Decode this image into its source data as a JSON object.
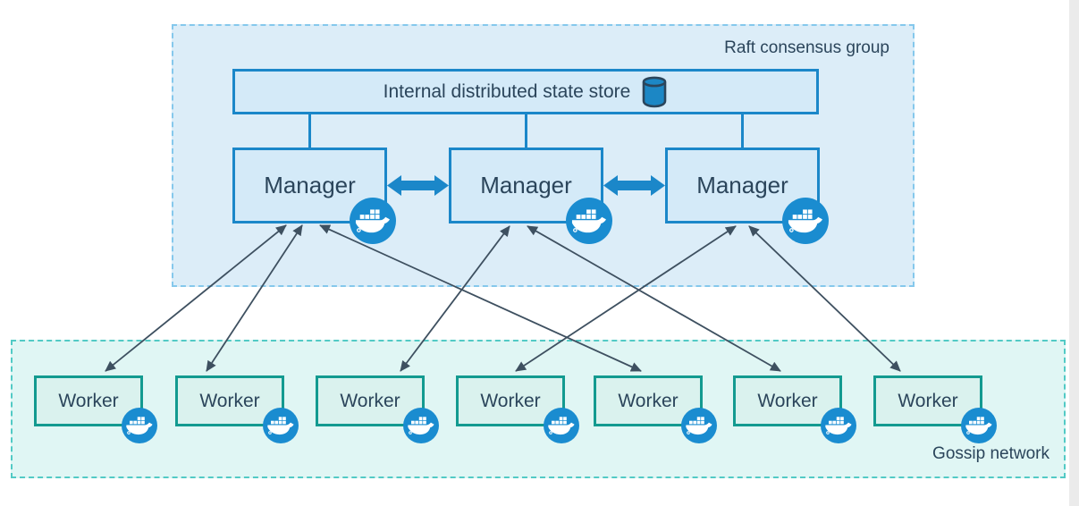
{
  "raft_group": {
    "label": "Raft consensus group",
    "state_store": {
      "label": "Internal distributed state store",
      "icon": "database-cylinder-icon"
    },
    "managers": [
      {
        "label": "Manager",
        "badge": "docker-whale-icon"
      },
      {
        "label": "Manager",
        "badge": "docker-whale-icon"
      },
      {
        "label": "Manager",
        "badge": "docker-whale-icon"
      }
    ]
  },
  "gossip_network": {
    "label": "Gossip network",
    "workers": [
      {
        "label": "Worker",
        "badge": "docker-whale-icon"
      },
      {
        "label": "Worker",
        "badge": "docker-whale-icon"
      },
      {
        "label": "Worker",
        "badge": "docker-whale-icon"
      },
      {
        "label": "Worker",
        "badge": "docker-whale-icon"
      },
      {
        "label": "Worker",
        "badge": "docker-whale-icon"
      },
      {
        "label": "Worker",
        "badge": "docker-whale-icon"
      },
      {
        "label": "Worker",
        "badge": "docker-whale-icon"
      }
    ]
  },
  "connections": {
    "manager_peer_links": {
      "pairs": [
        [
          0,
          1
        ],
        [
          1,
          2
        ]
      ],
      "style": "thick-blue-double-arrow"
    },
    "manager_worker_links": {
      "pairs": [
        [
          0,
          0
        ],
        [
          0,
          1
        ],
        [
          0,
          4
        ],
        [
          1,
          2
        ],
        [
          1,
          5
        ],
        [
          2,
          3
        ],
        [
          2,
          6
        ]
      ],
      "bidirectional": true,
      "style": "thin-slate-double-arrow"
    }
  },
  "colors": {
    "raft_fill": "#dcedf8",
    "raft_dash": "#85c8ec",
    "node_blue_border": "#1b87c9",
    "node_blue_fill": "#d4eaf8",
    "gossip_fill": "#e0f6f4",
    "gossip_dash": "#52cac5",
    "worker_border": "#139a90",
    "worker_fill": "#daf2ee",
    "text_navy": "#2b455b",
    "arrow_slate": "#3e5060",
    "docker_badge_blue": "#1a8cd0"
  }
}
